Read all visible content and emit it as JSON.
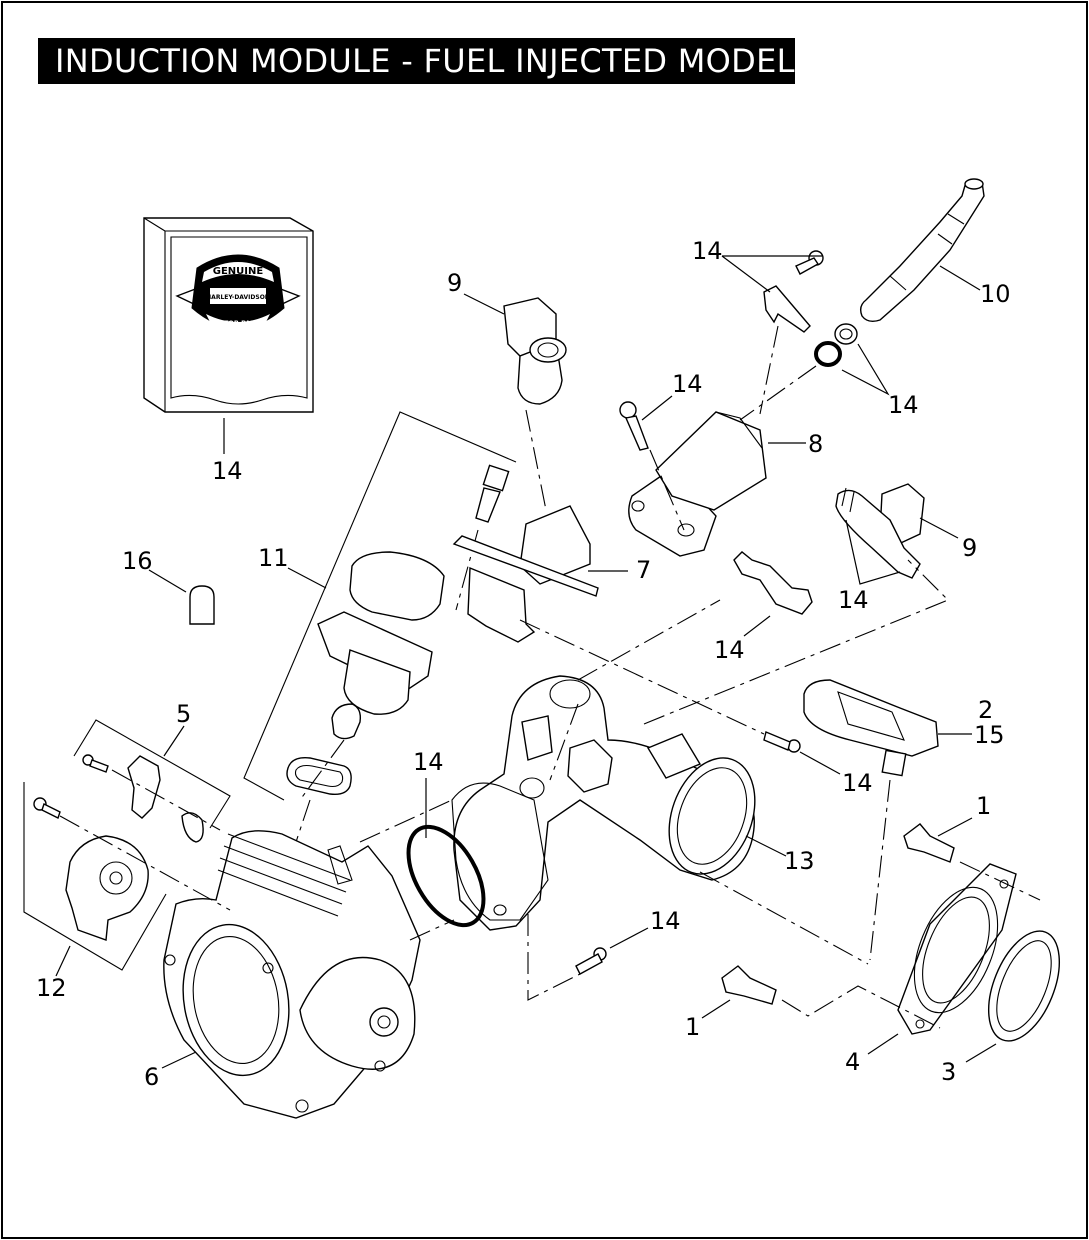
{
  "title": "INDUCTION MODULE - FUEL INJECTED MODELS",
  "logo": {
    "top": "GENUINE",
    "middle": "HARLEY-DAVIDSON",
    "bottom": "MOTOR PARTS"
  },
  "callouts": {
    "c1a": "1",
    "c1b": "1",
    "c2": "2",
    "c3": "3",
    "c4": "4",
    "c5": "5",
    "c6": "6",
    "c7": "7",
    "c8": "8",
    "c9a": "9",
    "c9b": "9",
    "c10": "10",
    "c11": "11",
    "c12": "12",
    "c13": "13",
    "c14_kit": "14",
    "c14_screw_top": "14",
    "c14_clip": "14",
    "c14_oring_top": "14",
    "c14_injector": "14",
    "c14_bracket": "14",
    "c14_oring_body": "14",
    "c14_sensor_screw": "14",
    "c14_lower_screw": "14",
    "c15": "15",
    "c16": "16"
  },
  "colors": {
    "ink": "#000000",
    "paper": "#ffffff"
  }
}
